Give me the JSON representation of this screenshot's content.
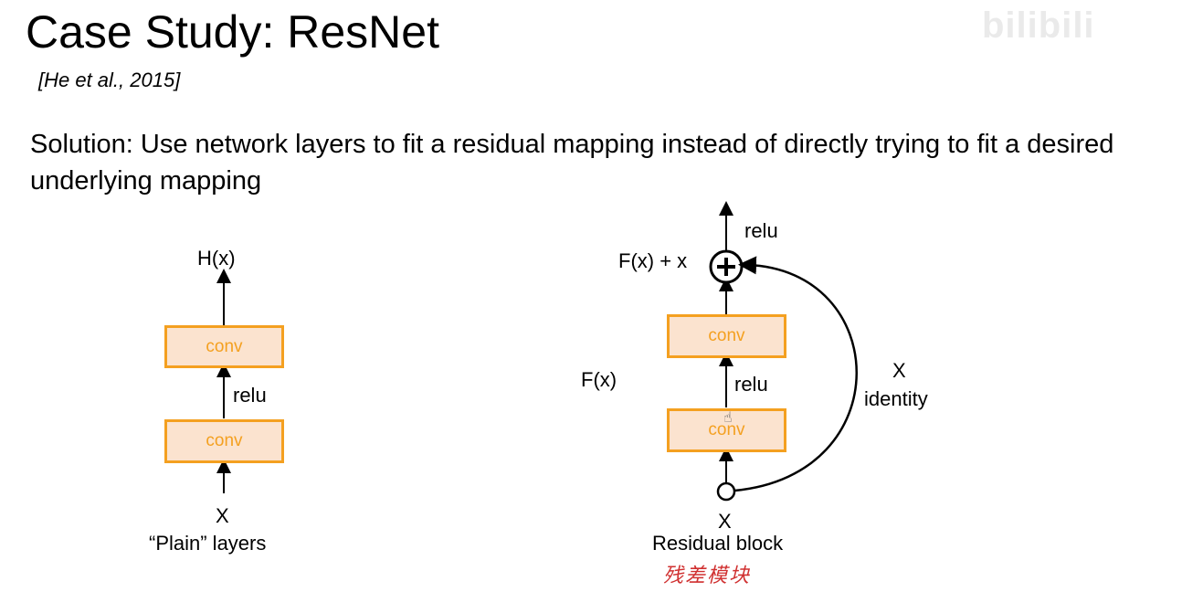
{
  "slide": {
    "title": "Case Study: ResNet",
    "citation": "[He et al., 2015]",
    "solution": "Solution: Use network layers to fit a residual mapping instead of directly trying to fit a desired underlying mapping"
  },
  "watermark": {
    "text": "bilibili"
  },
  "plain": {
    "output_label": "H(x)",
    "conv_top_label": "conv",
    "conv_bottom_label": "conv",
    "relu_label": "relu",
    "input_label": "X",
    "caption": "“Plain” layers"
  },
  "residual": {
    "relu_top_label": "relu",
    "sum_label": "F(x) + x",
    "conv_top_label": "conv",
    "conv_bottom_label": "conv",
    "relu_mid_label": "relu",
    "fx_label": "F(x)",
    "skip_x_label": "X",
    "identity_label": "identity",
    "input_label": "X",
    "caption": "Residual block",
    "handwritten_note": "残差模块"
  },
  "colors": {
    "conv_fill": "#fbe3cf",
    "conv_border": "#f4a020",
    "note_red": "#d03030"
  }
}
